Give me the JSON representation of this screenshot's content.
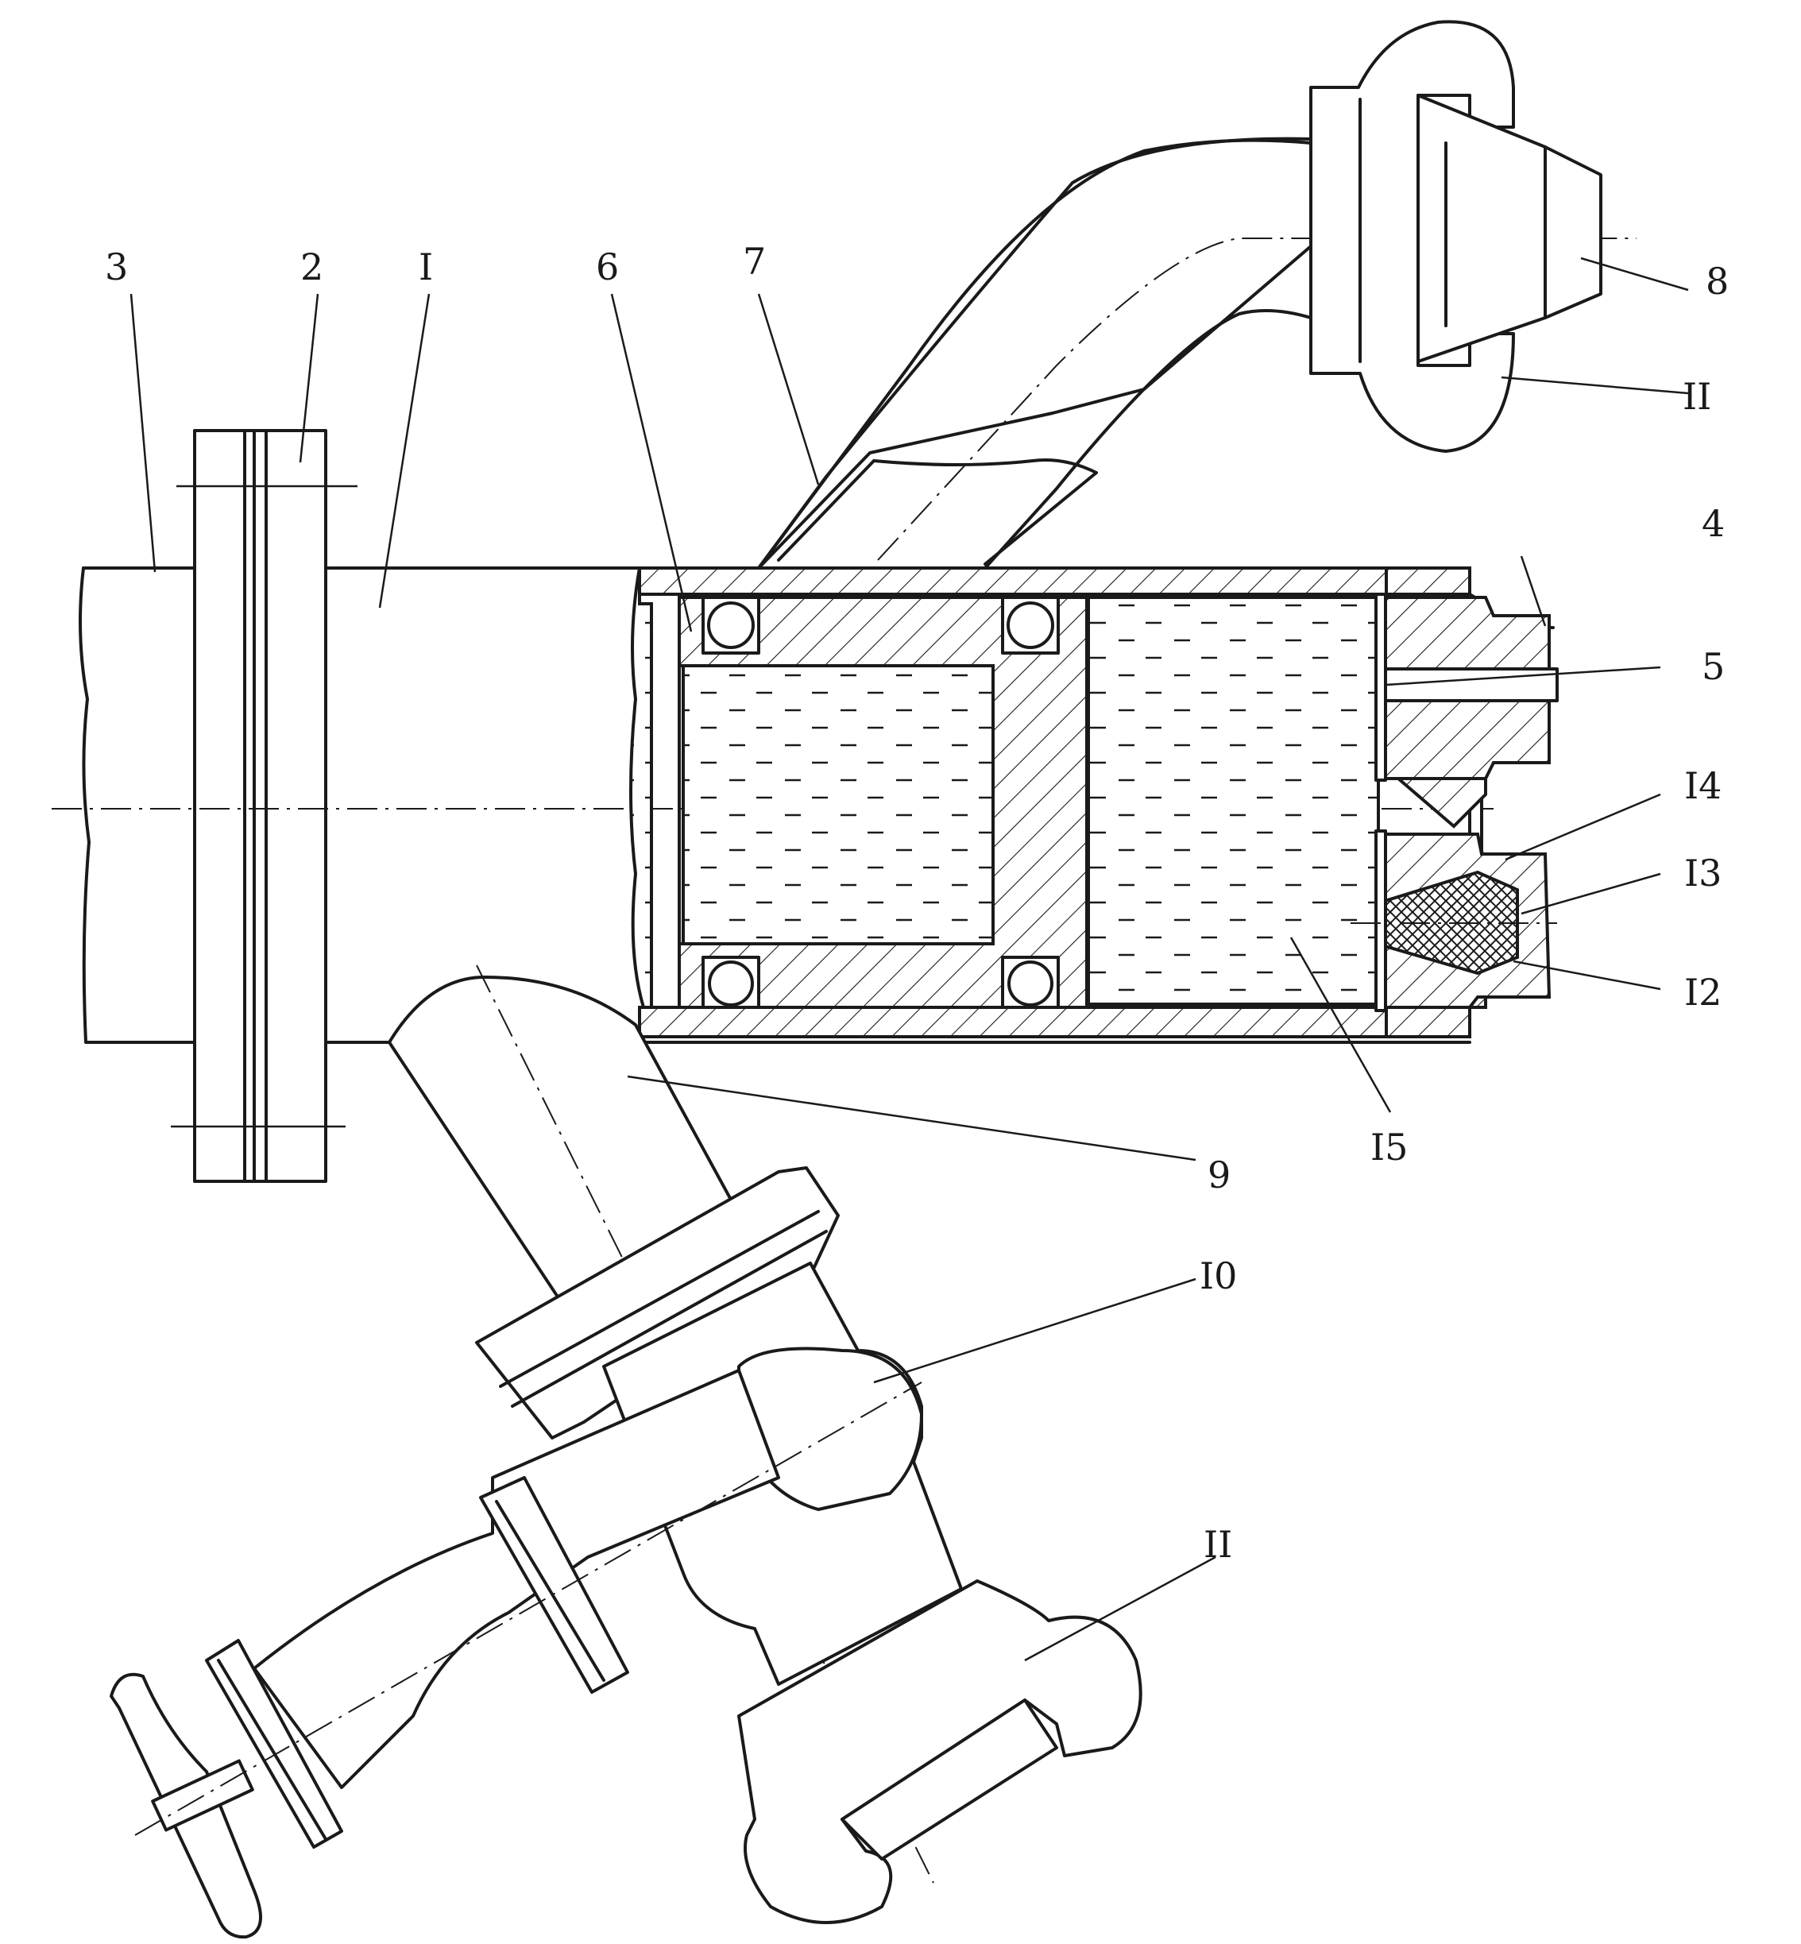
{
  "figure": {
    "labels": [
      {
        "id": "3",
        "text": "3"
      },
      {
        "id": "2",
        "text": "2"
      },
      {
        "id": "1",
        "text": "I"
      },
      {
        "id": "6",
        "text": "6"
      },
      {
        "id": "7",
        "text": "7"
      },
      {
        "id": "8",
        "text": "8"
      },
      {
        "id": "11a",
        "text": "II"
      },
      {
        "id": "4",
        "text": "4"
      },
      {
        "id": "5",
        "text": "5"
      },
      {
        "id": "14",
        "text": "I4"
      },
      {
        "id": "13",
        "text": "I3"
      },
      {
        "id": "12",
        "text": "I2"
      },
      {
        "id": "15",
        "text": "I5"
      },
      {
        "id": "9",
        "text": "9"
      },
      {
        "id": "10",
        "text": "I0"
      },
      {
        "id": "11b",
        "text": "II"
      }
    ]
  }
}
